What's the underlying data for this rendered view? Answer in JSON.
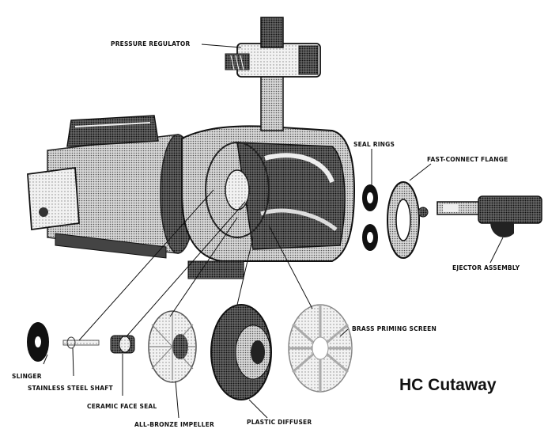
{
  "title": "HC Cutaway",
  "labels": {
    "pressure_regulator": "PRESSURE REGULATOR",
    "seal_rings": "SEAL RINGS",
    "fast_connect_flange": "FAST-CONNECT FLANGE",
    "ejector_assembly": "EJECTOR ASSEMBLY",
    "brass_priming_screen": "BRASS PRIMING SCREEN",
    "slinger": "SLINGER",
    "stainless_steel_shaft": "STAINLESS STEEL SHAFT",
    "ceramic_face_seal": "CERAMIC FACE SEAL",
    "all_bronze_impeller": "ALL-BRONZE IMPELLER",
    "plastic_diffuser": "PLASTIC DIFFUSER"
  },
  "colors": {
    "ink": "#111111",
    "mid": "#8a8a8a",
    "light": "#cfcfcf",
    "paper": "#ffffff"
  }
}
